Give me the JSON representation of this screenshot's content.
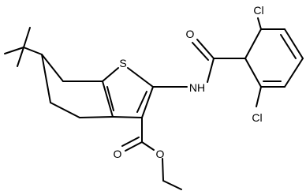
{
  "molecule": {
    "atoms": {
      "sulfur": "S",
      "amide_n": "NH",
      "amide_o": "O",
      "chlorine_top": "Cl",
      "chlorine_bottom": "Cl",
      "ester_carbonyl_o": "O",
      "ester_ether_o": "O"
    }
  },
  "colors": {
    "bond": "#000000",
    "text": "#000000",
    "background": "#ffffff"
  }
}
